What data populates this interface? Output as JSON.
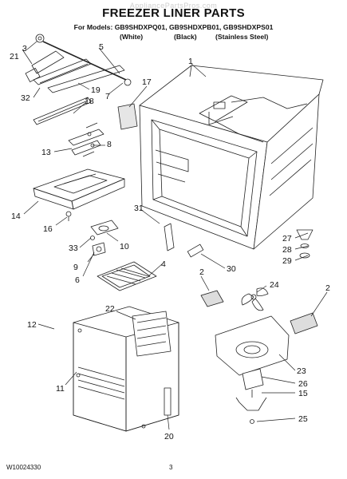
{
  "header": {
    "watermark": "AppliancePartsPros.com",
    "title": "FREEZER LINER PARTS",
    "models": "For Models: GB9SHDXPQ01, GB9SHDXPB01, GB9SHDXPS01",
    "variants": [
      "(White)",
      "(Black)",
      "(Stainless Steel)"
    ]
  },
  "callouts": [
    "1",
    "2",
    "2",
    "3",
    "4",
    "5",
    "6",
    "7",
    "8",
    "9",
    "10",
    "11",
    "12",
    "13",
    "14",
    "15",
    "16",
    "17",
    "18",
    "19",
    "20",
    "21",
    "22",
    "23",
    "24",
    "25",
    "26",
    "27",
    "28",
    "29",
    "30",
    "31",
    "32",
    "33"
  ],
  "footer": {
    "doc_number": "W10024330",
    "page": "3"
  }
}
